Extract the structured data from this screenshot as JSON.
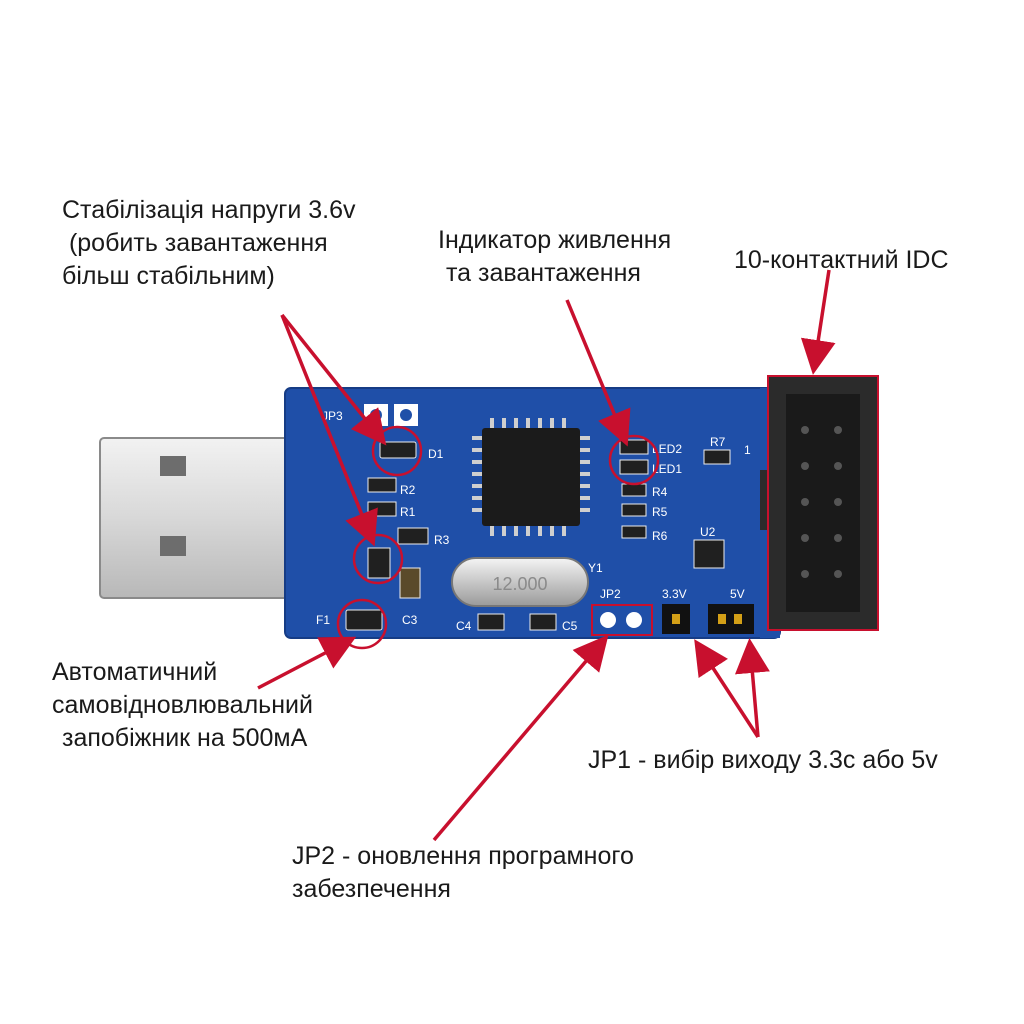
{
  "annotations": {
    "voltage_regulator": {
      "lines": [
        "Стабілізація напруги 3.6v",
        " (робить завантаження",
        "більш стабільним)"
      ]
    },
    "power_indicator": {
      "lines": [
        "Індикатор живлення",
        "та завантаження"
      ]
    },
    "idc_connector": {
      "lines": [
        "10-контактний IDC"
      ]
    },
    "fuse": {
      "lines": [
        "Автоматичний",
        "самовідновлювальний",
        "запобіжник на 500мА"
      ]
    },
    "jp1": {
      "lines": [
        "JP1 - вибір виходу 3.3с або 5v"
      ]
    },
    "jp2": {
      "lines": [
        "JP2 - оновлення програмного",
        "забезпечення"
      ]
    }
  },
  "board_labels": {
    "jp3": "JP3",
    "d1": "D1",
    "r2": "R2",
    "r1": "R1",
    "r3": "R3",
    "f1": "F1",
    "c3": "C3",
    "c4": "C4",
    "c5": "C5",
    "jp2": "JP2",
    "y1": "Y1",
    "crystal": "12.000",
    "led2": "LED2",
    "led1": "LED1",
    "r4": "R4",
    "r5": "R5",
    "r6": "R6",
    "r7": "R7",
    "u2": "U2",
    "v33": "3.3V",
    "v5": "5V",
    "pin1": "1"
  },
  "colors": {
    "pcb": "#1f4fa8",
    "annotation": "#c8102e",
    "text": "#1a1a1a"
  }
}
